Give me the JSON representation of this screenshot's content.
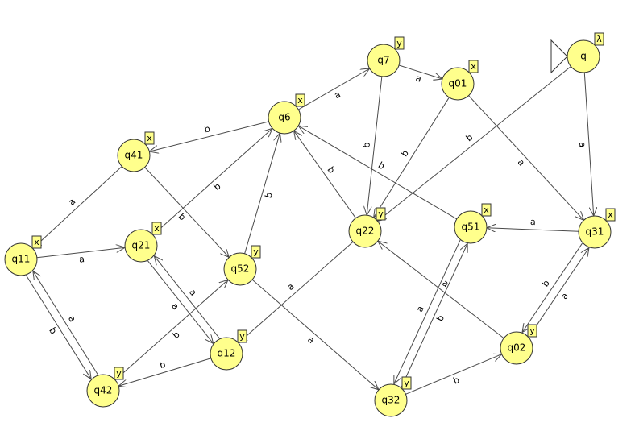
{
  "states": [
    {
      "id": "q",
      "label": "q",
      "output": "λ",
      "initial": true
    },
    {
      "id": "q7",
      "label": "q7",
      "output": "y"
    },
    {
      "id": "q01",
      "label": "q01",
      "output": "x"
    },
    {
      "id": "q6",
      "label": "q6",
      "output": "x"
    },
    {
      "id": "q41",
      "label": "q41",
      "output": "x"
    },
    {
      "id": "q22",
      "label": "q22",
      "output": "y"
    },
    {
      "id": "q51",
      "label": "q51",
      "output": "x"
    },
    {
      "id": "q31",
      "label": "q31",
      "output": "x"
    },
    {
      "id": "q11",
      "label": "q11",
      "output": "x"
    },
    {
      "id": "q21",
      "label": "q21",
      "output": "x"
    },
    {
      "id": "q52",
      "label": "q52",
      "output": "y"
    },
    {
      "id": "q12",
      "label": "q12",
      "output": "y"
    },
    {
      "id": "q42",
      "label": "q42",
      "output": "y"
    },
    {
      "id": "q32",
      "label": "q32",
      "output": "y"
    },
    {
      "id": "q02",
      "label": "q02",
      "output": "y"
    }
  ],
  "transitions": [
    {
      "from": "q",
      "to": "q22",
      "symbol": "b"
    },
    {
      "from": "q",
      "to": "q31",
      "symbol": "a"
    },
    {
      "from": "q7",
      "to": "q01",
      "symbol": "a"
    },
    {
      "from": "q7",
      "to": "q22",
      "symbol": "b"
    },
    {
      "from": "q01",
      "to": "q22",
      "symbol": "b"
    },
    {
      "from": "q01",
      "to": "q31",
      "symbol": "a"
    },
    {
      "from": "q6",
      "to": "q7",
      "symbol": "a"
    },
    {
      "from": "q6",
      "to": "q41",
      "symbol": "b"
    },
    {
      "from": "q41",
      "to": "q11",
      "symbol": "a"
    },
    {
      "from": "q41",
      "to": "q52",
      "symbol": "b"
    },
    {
      "from": "q22",
      "to": "q6",
      "symbol": "b"
    },
    {
      "from": "q22",
      "to": "q12",
      "symbol": "a"
    },
    {
      "from": "q51",
      "to": "q6",
      "symbol": "b"
    },
    {
      "from": "q51",
      "to": "q32",
      "symbol": "a"
    },
    {
      "from": "q31",
      "to": "q51",
      "symbol": "a"
    },
    {
      "from": "q31",
      "to": "q02",
      "symbol": "b"
    },
    {
      "from": "q11",
      "to": "q21",
      "symbol": "a"
    },
    {
      "from": "q11",
      "to": "q42",
      "symbol": "b"
    },
    {
      "from": "q21",
      "to": "q6",
      "symbol": "b"
    },
    {
      "from": "q21",
      "to": "q12",
      "symbol": "a"
    },
    {
      "from": "q52",
      "to": "q6",
      "symbol": "b"
    },
    {
      "from": "q52",
      "to": "q32",
      "symbol": "a"
    },
    {
      "from": "q12",
      "to": "q21",
      "symbol": "a"
    },
    {
      "from": "q12",
      "to": "q42",
      "symbol": "b"
    },
    {
      "from": "q42",
      "to": "q11",
      "symbol": "a"
    },
    {
      "from": "q42",
      "to": "q52",
      "symbol": "b"
    },
    {
      "from": "q32",
      "to": "q51",
      "symbol": "b"
    },
    {
      "from": "q32",
      "to": "q02",
      "symbol": "b"
    },
    {
      "from": "q02",
      "to": "q22",
      "symbol": "a"
    },
    {
      "from": "q02",
      "to": "q31",
      "symbol": "a"
    }
  ],
  "colors": {
    "state_fill": "#ffff8c",
    "state_stroke": "#333333",
    "edge": "#4a4a4a",
    "background": "#ffffff"
  }
}
